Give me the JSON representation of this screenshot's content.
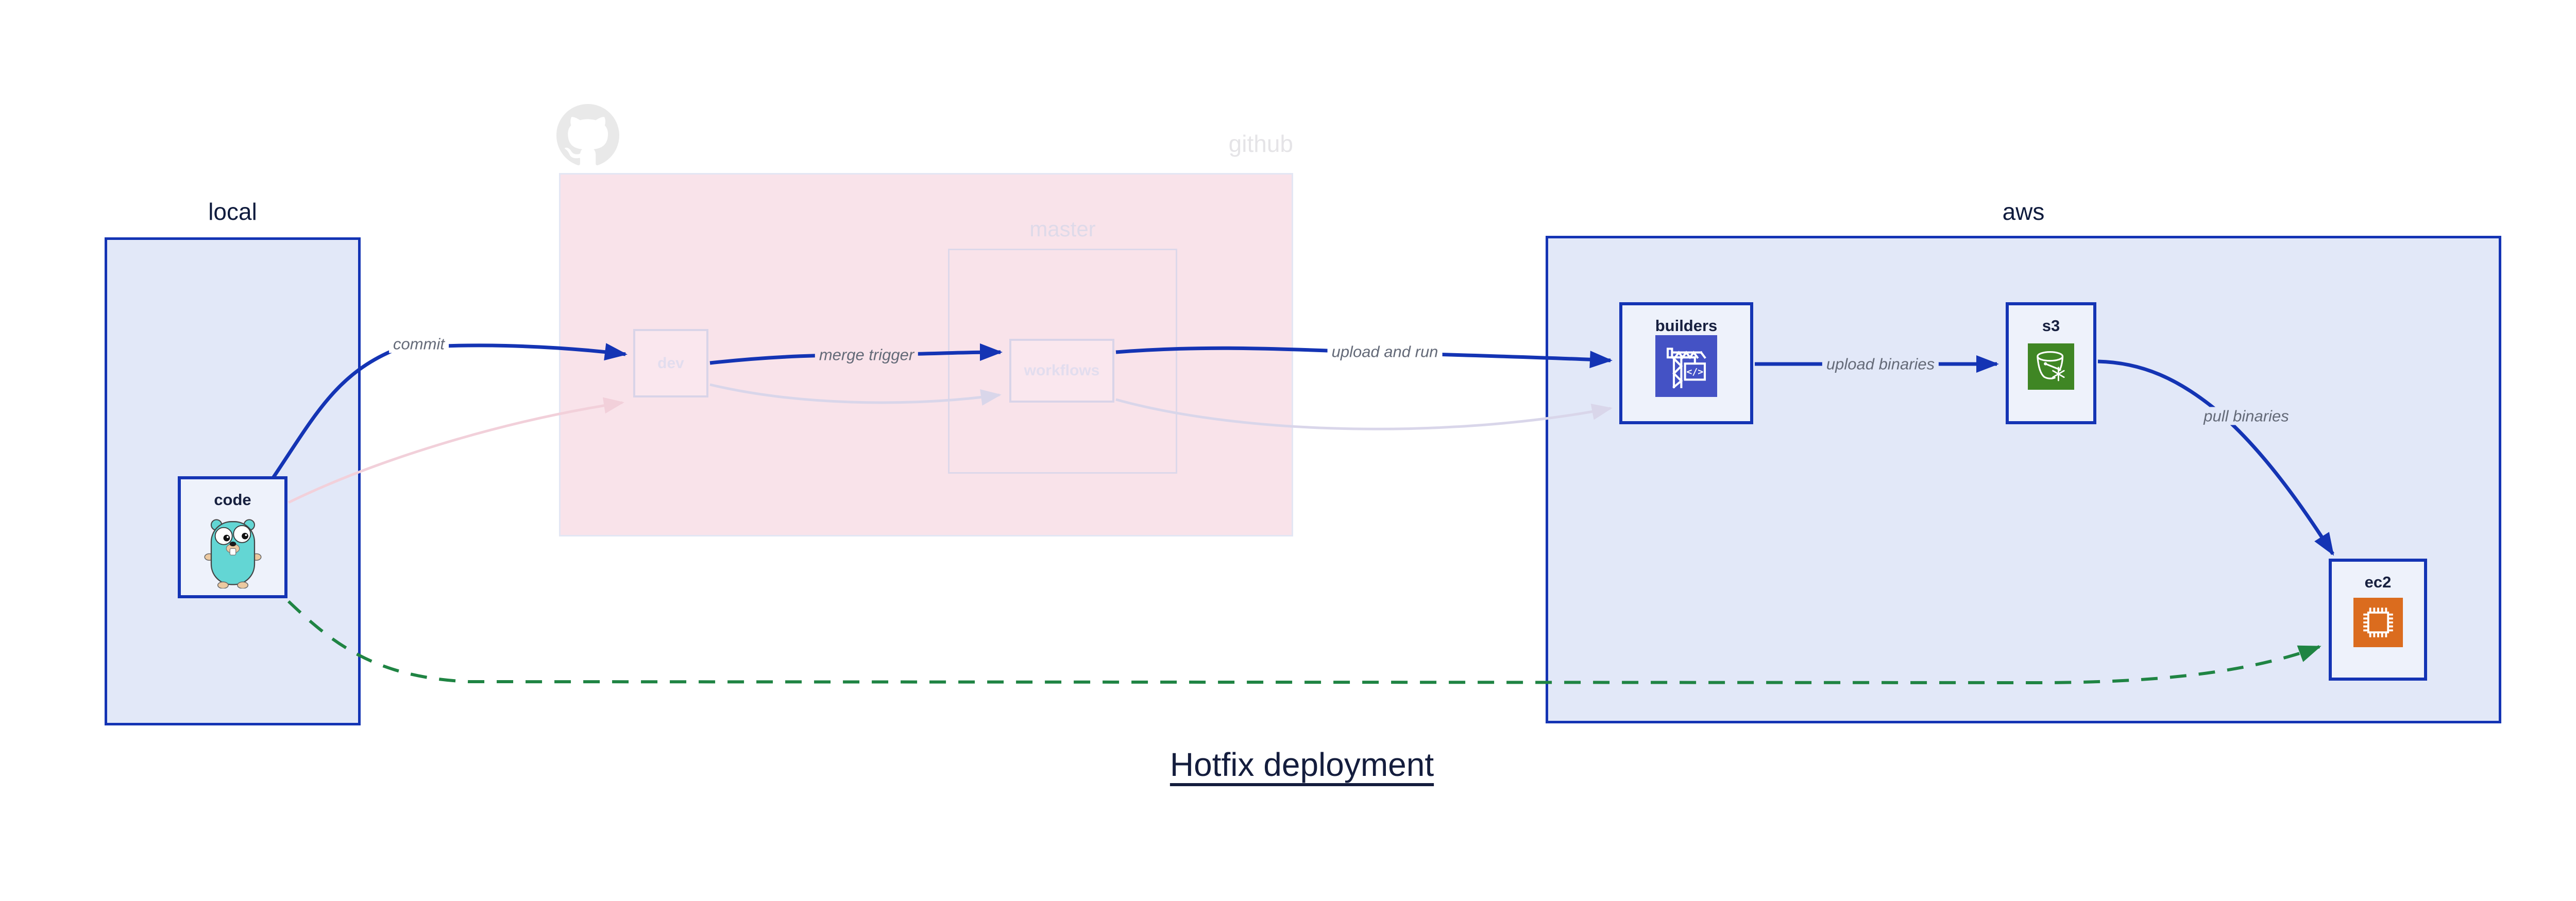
{
  "title": {
    "text": "Hotfix deployment"
  },
  "groups": {
    "local": {
      "label": "local"
    },
    "github": {
      "label": "github"
    },
    "master": {
      "label": "master"
    },
    "aws": {
      "label": "aws"
    }
  },
  "nodes": {
    "code": {
      "label": "code",
      "icon": "go-gopher-icon"
    },
    "dev": {
      "label": "dev"
    },
    "workflows": {
      "label": "workflows"
    },
    "builders": {
      "label": "builders",
      "icon": "aws-codebuild-icon"
    },
    "s3": {
      "label": "s3",
      "icon": "aws-s3-bucket-icon"
    },
    "ec2": {
      "label": "ec2",
      "icon": "aws-ec2-icon"
    }
  },
  "edges": [
    {
      "from": "code",
      "to": "dev",
      "label": "commit",
      "style": "active-blue"
    },
    {
      "from": "dev",
      "to": "workflows",
      "label": "merge trigger",
      "style": "active-blue"
    },
    {
      "from": "workflows",
      "to": "builders",
      "label": "upload and run",
      "style": "active-blue"
    },
    {
      "from": "builders",
      "to": "s3",
      "label": "upload binaries",
      "style": "active-blue"
    },
    {
      "from": "s3",
      "to": "ec2",
      "label": "pull binaries",
      "style": "active-blue"
    },
    {
      "from": "code",
      "to": "dev",
      "label": "",
      "style": "faded-pink"
    },
    {
      "from": "dev",
      "to": "workflows",
      "label": "",
      "style": "faded-lavender"
    },
    {
      "from": "workflows",
      "to": "builders",
      "label": "",
      "style": "faded-lavender"
    },
    {
      "from": "code",
      "to": "ec2",
      "label": "",
      "style": "hotfix-green-dashed"
    }
  ],
  "colors": {
    "edge_blue": "#1434b4",
    "edge_green": "#1f8443",
    "edge_faded_pink": "#f2d0da",
    "edge_faded_lavender": "#d9d6ea",
    "group_fill_blue": "#e2e8f8",
    "group_fill_pink": "#f9e3ea",
    "node_fill": "#eef2fb",
    "border_blue": "#1434b4",
    "icon_codebuild_bg": "#4452c5",
    "icon_s3_bg": "#3f8624",
    "icon_ec2_bg": "#db6c1e",
    "icon_gopher_body": "#63d6d4",
    "icon_github_gray": "#e9e9e9"
  }
}
